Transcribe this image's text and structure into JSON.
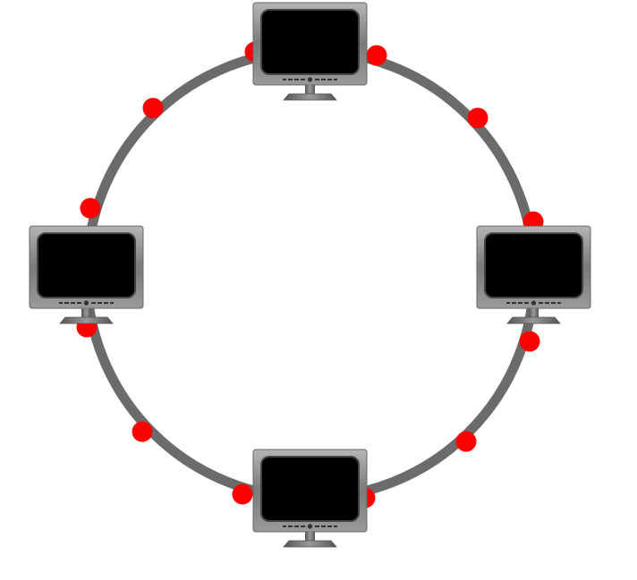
{
  "diagram": {
    "type": "ring-network-topology",
    "colors": {
      "ring": "#6b6b6b",
      "connector": "#ff0000",
      "screen": "#000000",
      "bezel": "#8a8a8a"
    },
    "nodes": [
      {
        "id": "top",
        "icon": "monitor-icon"
      },
      {
        "id": "right",
        "icon": "monitor-icon"
      },
      {
        "id": "bottom",
        "icon": "monitor-icon"
      },
      {
        "id": "left",
        "icon": "monitor-icon"
      }
    ],
    "connector_count": 12
  }
}
